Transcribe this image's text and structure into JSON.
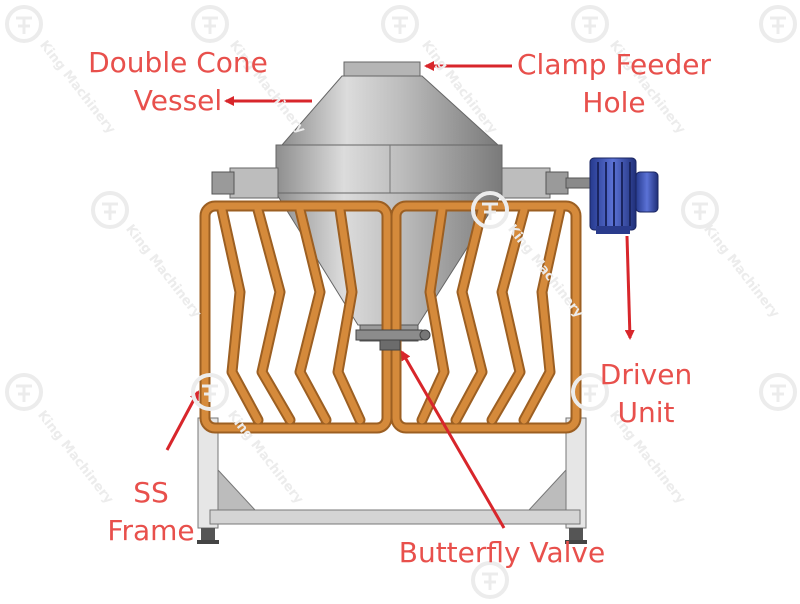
{
  "labels": {
    "double_cone_vessel": "Double Cone\nVessel",
    "clamp_feeder_hole": "Clamp Feeder\nHole",
    "driven_unit": "Driven\nUnit",
    "ss_frame": "SS\nFrame",
    "butterfly_valve": "Butterfly Valve"
  },
  "watermark": {
    "text": "King Machinery",
    "logo_icon": "km-logo-icon"
  },
  "colors": {
    "label": "#e8504c",
    "arrow": "#d8262b",
    "frame": "#d58a3b",
    "frame_dark": "#9c5f22",
    "vessel": "#c9c9c9",
    "motor": "#3448a8",
    "watermark": "#ececec"
  }
}
